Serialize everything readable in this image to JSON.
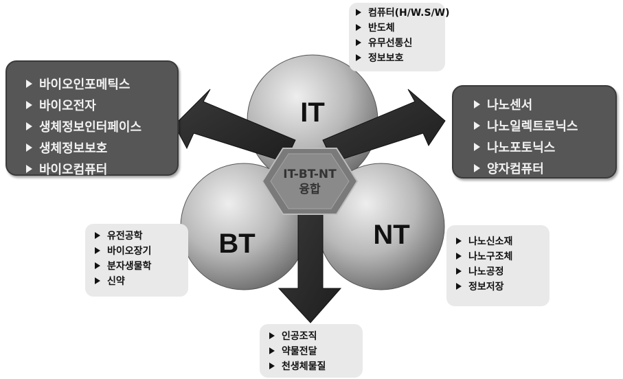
{
  "spheres": {
    "it": "IT",
    "bt": "BT",
    "nt": "NT"
  },
  "center": {
    "line1": "IT-BT-NT",
    "line2": "융합"
  },
  "boxes": {
    "it_list": [
      "컴퓨터(H/W.S/W)",
      "반도체",
      "유무선통신",
      "정보보호"
    ],
    "it_bt_list": [
      "바이오인포메틱스",
      "바이오전자",
      "생체정보인터페이스",
      "생체정보보호",
      "바이오컴퓨터"
    ],
    "it_nt_list": [
      "나노센서",
      "나노일렉트로닉스",
      "나노포토닉스",
      "양자컴퓨터"
    ],
    "bt_list": [
      "유전공학",
      "바이오장기",
      "분자생물학",
      "신약"
    ],
    "nt_list": [
      "나노신소재",
      "나노구조체",
      "나노공정",
      "정보저장"
    ],
    "bt_nt_list": [
      "인공조직",
      "약물전달",
      "천생체물질"
    ]
  }
}
